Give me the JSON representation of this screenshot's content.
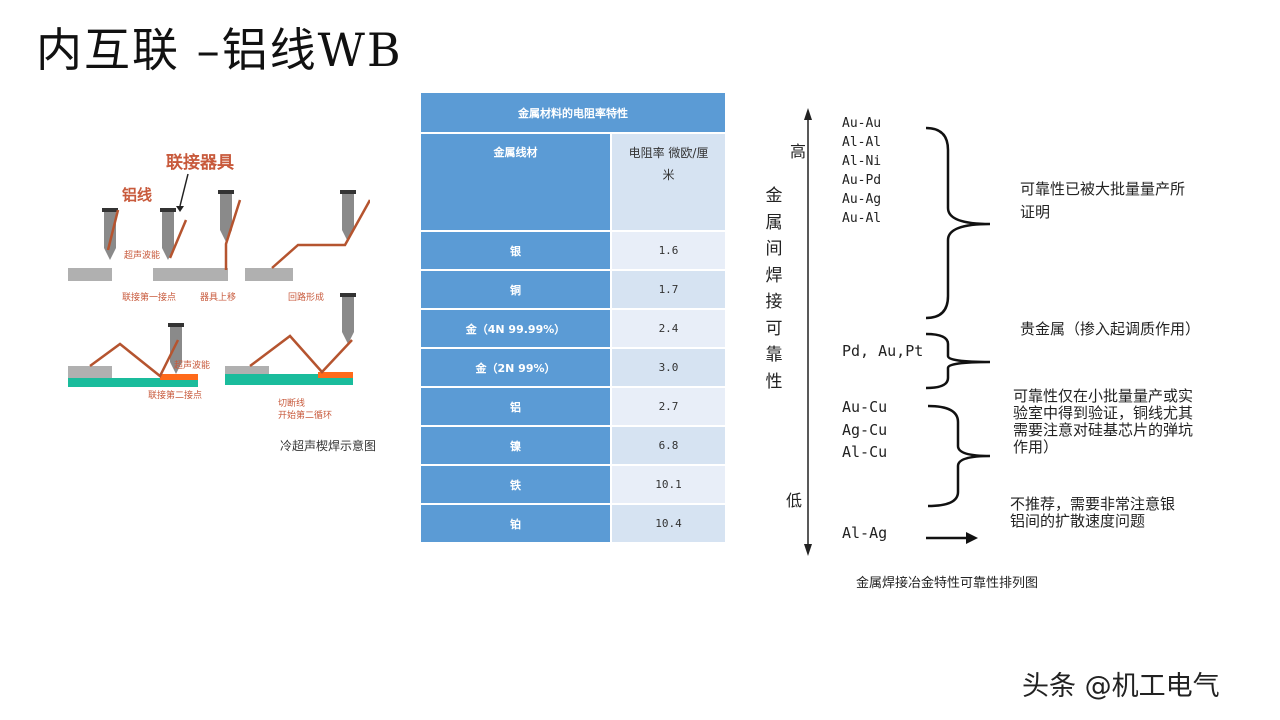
{
  "title": "内互联 –铝线WB",
  "illustration": {
    "labels": {
      "fixture": "联接器具",
      "wire": "铝线",
      "ultrasonic1": "超声波能",
      "first_bond": "联接第一接点",
      "tool_up": "器具上移",
      "loop": "回路形成",
      "ultrasonic2": "超声波能",
      "second_bond": "联接第二接点",
      "cut_line1": "切断线",
      "cut_line2": "开始第二循环"
    },
    "caption": "冷超声楔焊示意图"
  },
  "table": {
    "title": "金属材料的电阻率特性",
    "col1_header": "金属线材",
    "col2_header_line1": "电阻率 微欧/厘",
    "col2_header_line2": "米",
    "rows": [
      {
        "material": "银",
        "value": "1.6"
      },
      {
        "material": "铜",
        "value": "1.7"
      },
      {
        "material": "金（4N 99.99%）",
        "value": "2.4"
      },
      {
        "material": "金（2N 99%）",
        "value": "3.0"
      },
      {
        "material": "铝",
        "value": "2.7"
      },
      {
        "material": "镍",
        "value": "6.8"
      },
      {
        "material": "铁",
        "value": "10.1"
      },
      {
        "material": "铂",
        "value": "10.4"
      }
    ]
  },
  "diagram": {
    "high": "高",
    "low": "低",
    "vertical_label": [
      "金",
      "属",
      "间",
      "焊",
      "接",
      "可",
      "靠",
      "性"
    ],
    "group1": [
      "Au-Au",
      "Al-Al",
      "Al-Ni",
      "Au-Pd",
      "Au-Ag",
      "Au-Al"
    ],
    "group1_note_line1": "可靠性已被大批量量产所",
    "group1_note_line2": "证明",
    "group2": "Pd, Au,Pt",
    "group2_note": "贵金属（掺入起调质作用）",
    "group3": [
      "Au-Cu",
      "Ag-Cu",
      "Al-Cu"
    ],
    "group3_note": [
      "可靠性仅在小批量量产或实",
      "验室中得到验证，铜线尤其",
      "需要注意对硅基芯片的弹坑",
      "作用）"
    ],
    "group4": "Al-Ag",
    "group4_note": [
      "不推荐，需要非常注意银",
      "铝间的扩散速度问题"
    ],
    "caption": "金属焊接冶金特性可靠性排列图"
  },
  "watermark": "头条 @机工电气",
  "colors": {
    "table_header": "#5b9bd5",
    "table_cell": "#d6e3f2",
    "illus_accent": "#c85a3c",
    "substrate": "#1abc9c",
    "pad": "#ff6a1a"
  }
}
